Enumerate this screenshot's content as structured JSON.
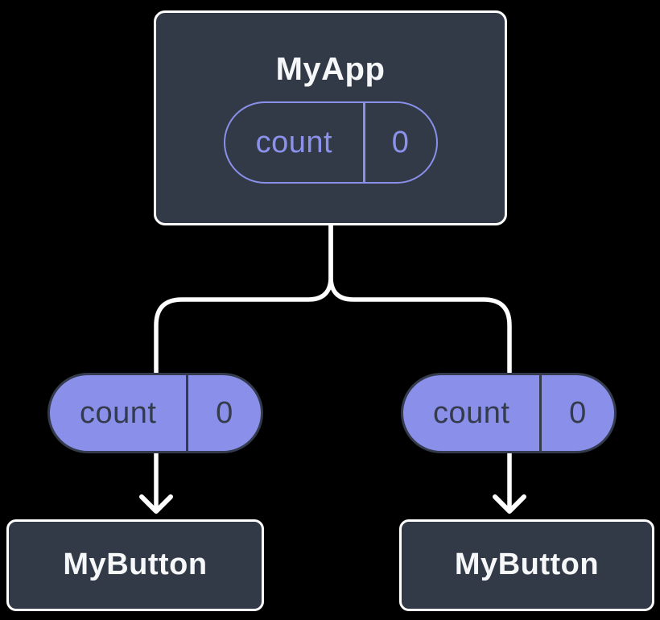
{
  "colors": {
    "background": "#000000",
    "node_fill": "#323A48",
    "node_border": "#FFFFFF",
    "accent_purple": "#8A90E9",
    "pill_dark_text": "#333B4C",
    "title_text": "#F6F7F9",
    "connector": "#FFFFFF"
  },
  "diagram": {
    "parent": {
      "title": "MyApp",
      "state": {
        "name": "count",
        "value": "0"
      }
    },
    "props": [
      {
        "name": "count",
        "value": "0"
      },
      {
        "name": "count",
        "value": "0"
      }
    ],
    "children": [
      {
        "title": "MyButton"
      },
      {
        "title": "MyButton"
      }
    ]
  }
}
